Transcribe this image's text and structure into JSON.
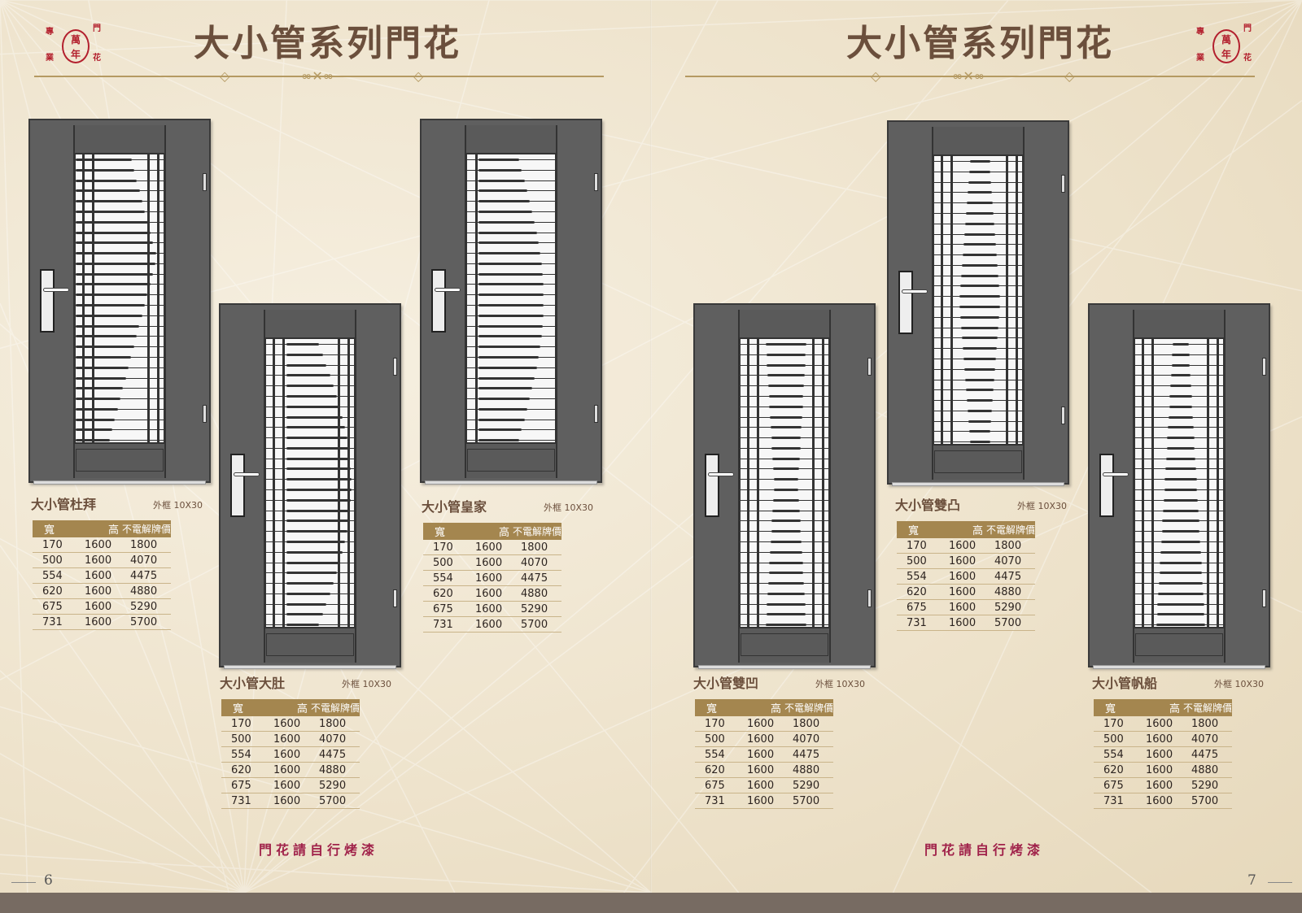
{
  "pages": [
    {
      "title": "大小管系列門花",
      "page_number": "6",
      "note": "門花請自行烤漆",
      "logo": {
        "center_top": "萬",
        "center_bottom": "年",
        "tl": "專",
        "bl": "業",
        "tr": "門",
        "br": "花"
      }
    },
    {
      "title": "大小管系列門花",
      "page_number": "7",
      "note": "門花請自行烤漆",
      "logo": {
        "center_top": "萬",
        "center_bottom": "年",
        "tl": "專",
        "bl": "業",
        "tr": "門",
        "br": "花"
      }
    }
  ],
  "table_headers": [
    "寬",
    "高",
    "不電解牌價"
  ],
  "products": [
    {
      "name": "大小管杜拜",
      "frame": "外框 10X30",
      "rows": [
        [
          "170",
          "1600",
          "1800"
        ],
        [
          "500",
          "1600",
          "4070"
        ],
        [
          "554",
          "1600",
          "4475"
        ],
        [
          "620",
          "1600",
          "4880"
        ],
        [
          "675",
          "1600",
          "5290"
        ],
        [
          "731",
          "1600",
          "5700"
        ]
      ]
    },
    {
      "name": "大小管大肚",
      "frame": "外框 10X30",
      "rows": [
        [
          "170",
          "1600",
          "1800"
        ],
        [
          "500",
          "1600",
          "4070"
        ],
        [
          "554",
          "1600",
          "4475"
        ],
        [
          "620",
          "1600",
          "4880"
        ],
        [
          "675",
          "1600",
          "5290"
        ],
        [
          "731",
          "1600",
          "5700"
        ]
      ]
    },
    {
      "name": "大小管皇家",
      "frame": "外框 10X30",
      "rows": [
        [
          "170",
          "1600",
          "1800"
        ],
        [
          "500",
          "1600",
          "4070"
        ],
        [
          "554",
          "1600",
          "4475"
        ],
        [
          "620",
          "1600",
          "4880"
        ],
        [
          "675",
          "1600",
          "5290"
        ],
        [
          "731",
          "1600",
          "5700"
        ]
      ]
    },
    {
      "name": "大小管雙凹",
      "frame": "外框 10X30",
      "rows": [
        [
          "170",
          "1600",
          "1800"
        ],
        [
          "500",
          "1600",
          "4070"
        ],
        [
          "554",
          "1600",
          "4475"
        ],
        [
          "620",
          "1600",
          "4880"
        ],
        [
          "675",
          "1600",
          "5290"
        ],
        [
          "731",
          "1600",
          "5700"
        ]
      ]
    },
    {
      "name": "大小管雙凸",
      "frame": "外框 10X30",
      "rows": [
        [
          "170",
          "1600",
          "1800"
        ],
        [
          "500",
          "1600",
          "4070"
        ],
        [
          "554",
          "1600",
          "4475"
        ],
        [
          "620",
          "1600",
          "4880"
        ],
        [
          "675",
          "1600",
          "5290"
        ],
        [
          "731",
          "1600",
          "5700"
        ]
      ]
    },
    {
      "name": "大小管帆船",
      "frame": "外框 10X30",
      "rows": [
        [
          "170",
          "1600",
          "1800"
        ],
        [
          "500",
          "1600",
          "4070"
        ],
        [
          "554",
          "1600",
          "4475"
        ],
        [
          "620",
          "1600",
          "4880"
        ],
        [
          "675",
          "1600",
          "5290"
        ],
        [
          "731",
          "1600",
          "5700"
        ]
      ]
    }
  ]
}
